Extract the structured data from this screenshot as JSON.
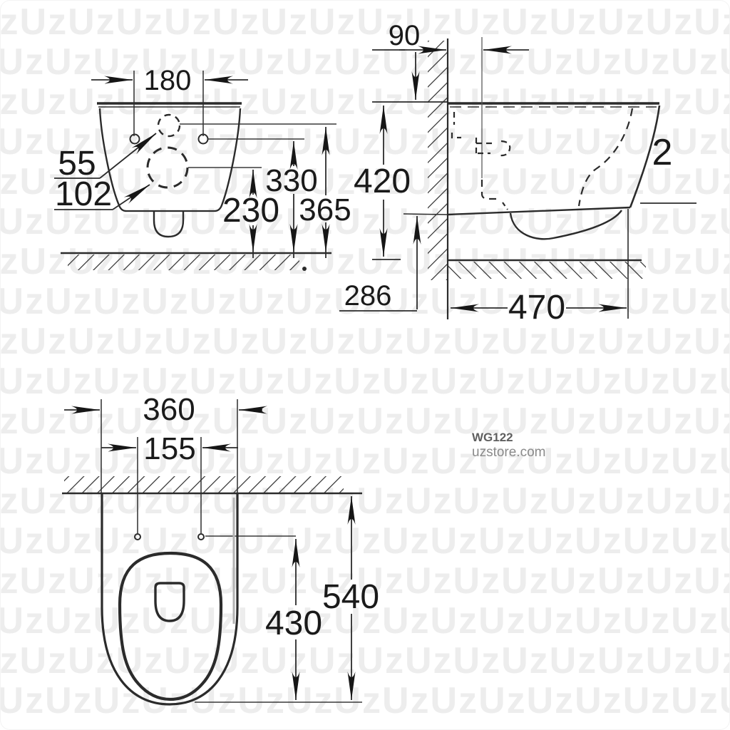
{
  "watermark": {
    "row": "UzUzUzUzUzUzUzUzUzUzUzUzUzUzUzUzUzUz"
  },
  "store": {
    "code": "WG122",
    "site": "uzstore.com"
  },
  "labels": {
    "d180": "180",
    "d55": "55",
    "d102": "102",
    "d330": "330",
    "d230": "230",
    "d365": "365",
    "d90": "90",
    "d420": "420",
    "d286": "286",
    "d470": "470",
    "d2": "2",
    "d360": "360",
    "d155": "155",
    "d540": "540",
    "d430": "430"
  }
}
